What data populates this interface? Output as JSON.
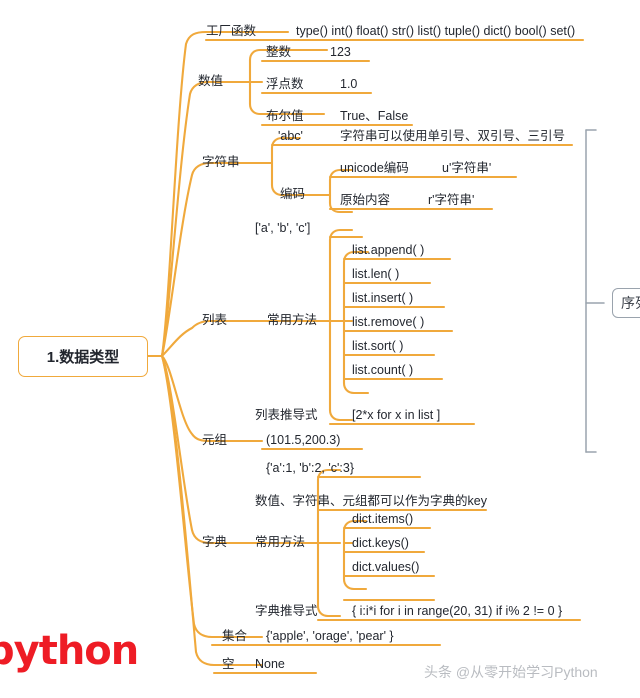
{
  "diagram": {
    "type": "mindmap",
    "root": "1.数据类型",
    "colors": {
      "branch": "#F0A93C",
      "text": "#23272f",
      "bracket": "#9aa3ad",
      "wordmark": "#EE1C25",
      "watermark": "#b9bcc1"
    },
    "side_label": "序列",
    "wordmark": "python",
    "watermark": "头条 @从零开始学习Python",
    "branches": [
      {
        "label": "工厂函数",
        "value": "type() int() float() str() list() tuple() dict() bool() set()"
      },
      {
        "label": "数值",
        "children": [
          {
            "label": "整数",
            "value": "123"
          },
          {
            "label": "浮点数",
            "value": "1.0"
          },
          {
            "label": "布尔值",
            "value": "True、False"
          }
        ]
      },
      {
        "label": "字符串",
        "children": [
          {
            "label": "'abc'",
            "value": "字符串可以使用单引号、双引号、三引号"
          },
          {
            "label": "编码",
            "children": [
              {
                "label": "unicode编码",
                "value": "u'字符串'"
              },
              {
                "label": "原始内容",
                "value": "r'字符串'"
              }
            ]
          }
        ]
      },
      {
        "label": "列表",
        "children": [
          {
            "label": "['a', 'b', 'c']",
            "value": ""
          },
          {
            "label": "常用方法",
            "children": [
              {
                "label": "list.append( )",
                "value": ""
              },
              {
                "label": "list.len( )",
                "value": ""
              },
              {
                "label": "list.insert( )",
                "value": ""
              },
              {
                "label": "list.remove( )",
                "value": ""
              },
              {
                "label": "list.sort( )",
                "value": ""
              },
              {
                "label": "list.count( )",
                "value": ""
              }
            ]
          },
          {
            "label": "列表推导式",
            "value": "[2*x for x in list ]"
          }
        ]
      },
      {
        "label": "元组",
        "value": "(101.5,200.3)"
      },
      {
        "label": "字典",
        "children": [
          {
            "label": "{'a':1, 'b':2, 'c':3}",
            "value": ""
          },
          {
            "label": "数值、字符串、元组都可以作为字典的key",
            "value": ""
          },
          {
            "label": "常用方法",
            "children": [
              {
                "label": "dict.items()",
                "value": ""
              },
              {
                "label": "dict.keys()",
                "value": ""
              },
              {
                "label": "dict.values()",
                "value": ""
              }
            ]
          },
          {
            "label": "字典推导式",
            "value": "{ i:i*i for i in range(20, 31) if i% 2 != 0 }"
          }
        ]
      },
      {
        "label": "集合",
        "value": "{'apple', 'orage', 'pear' }"
      },
      {
        "label": "空",
        "value": "None"
      }
    ]
  },
  "labels": {
    "root": "1.数据类型",
    "factory": "工厂函数",
    "factory_value": "type() int() float() str() list() tuple() dict() bool() set()",
    "numeric": "数值",
    "int": "整数",
    "int_value": "123",
    "float": "浮点数",
    "float_value": "1.0",
    "bool": "布尔值",
    "bool_value": "True、False",
    "string": "字符串",
    "abc": "'abc'",
    "abc_value": "字符串可以使用单引号、双引号、三引号",
    "encoding": "编码",
    "unicode": "unicode编码",
    "unicode_value": "u'字符串'",
    "raw": "原始内容",
    "raw_value": "r'字符串'",
    "list": "列表",
    "list_value": "['a', 'b', 'c']",
    "list_methods": "常用方法",
    "m_append": "list.append( )",
    "m_len": "list.len( )",
    "m_insert": "list.insert( )",
    "m_remove": "list.remove( )",
    "m_sort": "list.sort( )",
    "m_count": "list.count( )",
    "list_comp": "列表推导式",
    "list_comp_value": "[2*x for x in list ]",
    "tuple": "元组",
    "tuple_value": "(101.5,200.3)",
    "dict_value": "{'a':1, 'b':2, 'c':3}",
    "dict_keynote": "数值、字符串、元组都可以作为字典的key",
    "dict": "字典",
    "dict_methods": "常用方法",
    "d_items": "dict.items()",
    "d_keys": "dict.keys()",
    "d_values": "dict.values()",
    "dict_comp": "字典推导式",
    "dict_comp_value": "{ i:i*i for i in range(20, 31) if i% 2 != 0 }",
    "set": "集合",
    "set_value": "{'apple', 'orage', 'pear' }",
    "none": "空",
    "none_value": "None",
    "sequence": "序列",
    "wordmark": "python",
    "watermark": "头条 @从零开始学习Python"
  }
}
